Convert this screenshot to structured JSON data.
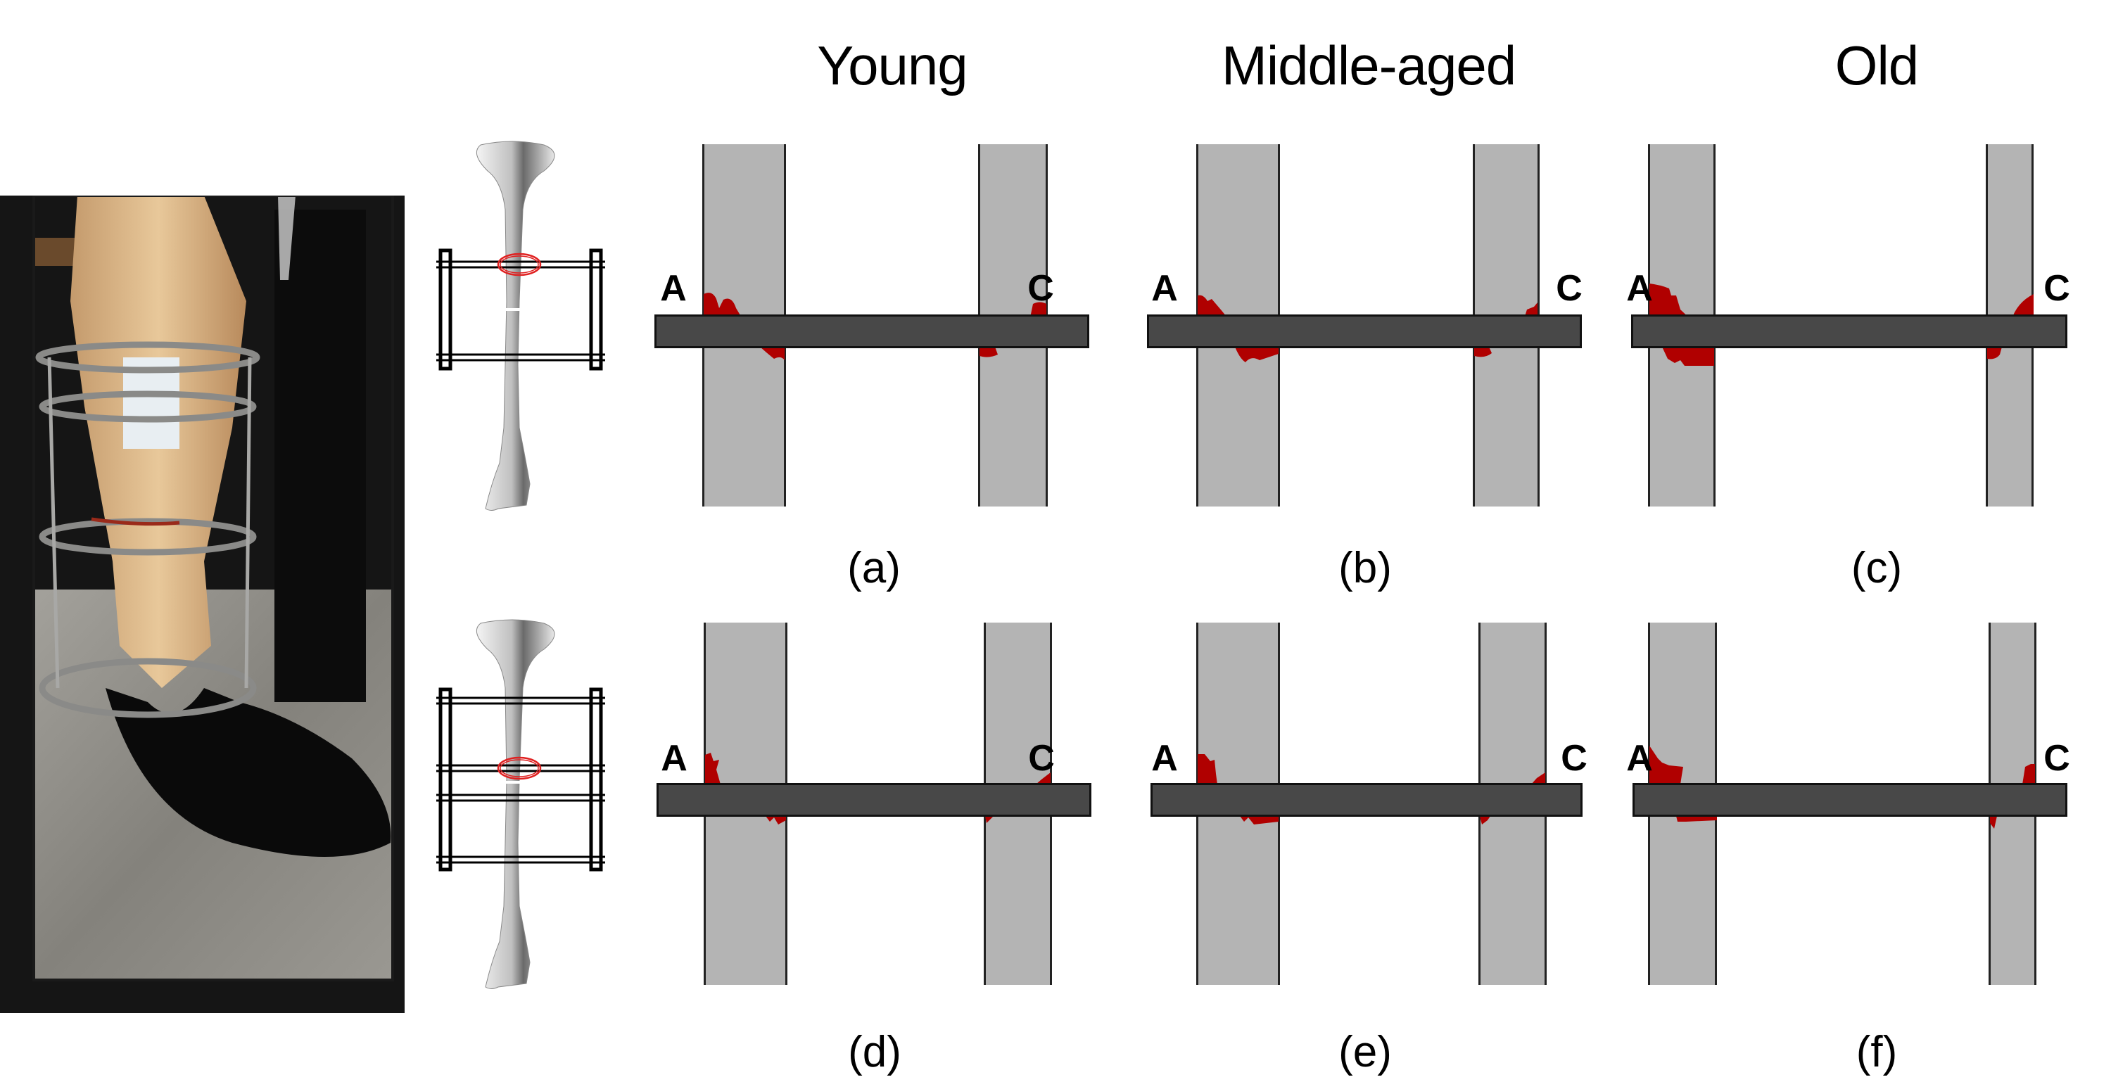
{
  "column_titles": [
    "Young",
    "Middle-aged",
    "Old"
  ],
  "panel_labels": [
    "(a)",
    "(b)",
    "(c)",
    "(d)",
    "(e)",
    "(f)"
  ],
  "pin_labels": {
    "left": "A",
    "right": "C"
  },
  "colors": {
    "bone": "#b4b4b4",
    "pin": "#484848",
    "damage": "#b00000",
    "highlight_ring": "#e02020"
  },
  "photo": {
    "description": "leg with circular external fixator (Ilizarov frame)"
  },
  "schematics": [
    {
      "name": "top-schematic",
      "rings": 2,
      "highlight": "upper ring pin site"
    },
    {
      "name": "bottom-schematic",
      "rings": 4,
      "highlight": "ring adjacent to fracture gap"
    }
  ],
  "panels": [
    {
      "id": "a",
      "age_group": "Young",
      "configuration": "top"
    },
    {
      "id": "b",
      "age_group": "Middle-aged",
      "configuration": "top"
    },
    {
      "id": "c",
      "age_group": "Old",
      "configuration": "top"
    },
    {
      "id": "d",
      "age_group": "Young",
      "configuration": "bottom"
    },
    {
      "id": "e",
      "age_group": "Middle-aged",
      "configuration": "bottom"
    },
    {
      "id": "f",
      "age_group": "Old",
      "configuration": "bottom"
    }
  ]
}
